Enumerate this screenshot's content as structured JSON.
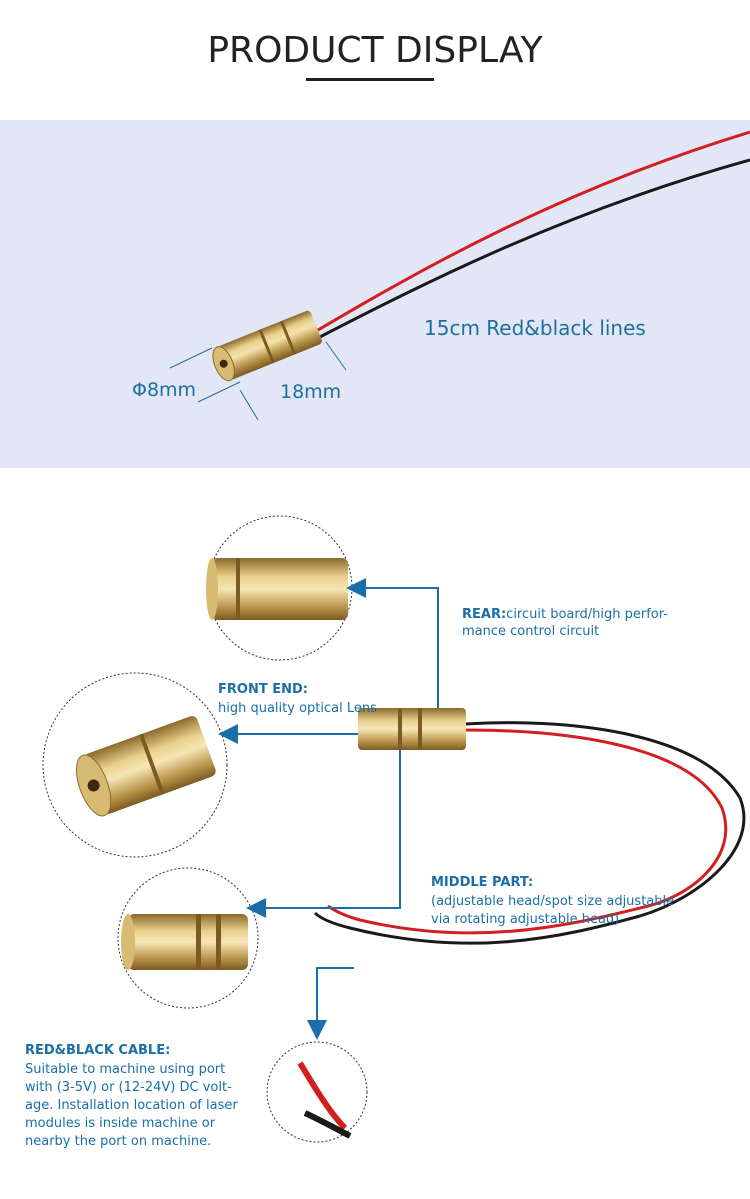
{
  "header": {
    "title": "PRODUCT DISPLAY"
  },
  "dimensions": {
    "cable_length": "15cm Red&black lines",
    "diameter": "Φ8mm",
    "length": "18mm"
  },
  "annotations": {
    "rear": {
      "head": "REAR:",
      "body_line1": "circuit board/high perfor-",
      "body_line2": "mance control circuit"
    },
    "front": {
      "head": "FRONT END:",
      "body": "high quality optical Lens"
    },
    "middle": {
      "head": "MIDDLE PART:",
      "body_line1": "(adjustable head/spot size adjustable",
      "body_line2": "via rotating adjustable head)"
    },
    "cable": {
      "head": "RED&BLACK CABLE:",
      "body_line1": "Suitable to machine using port",
      "body_line2": "with (3-5V) or (12-24V) DC volt-",
      "body_line3": "age. Installation location of laser",
      "body_line4": "modules is inside machine or",
      "body_line5": "nearby the port on machine."
    }
  },
  "colors": {
    "accent": "#1a6fa8",
    "panel_bg": "#e3e6f6",
    "brass": "#c9a85a",
    "wire_red": "#d21f1f",
    "wire_black": "#1a1a1a"
  }
}
